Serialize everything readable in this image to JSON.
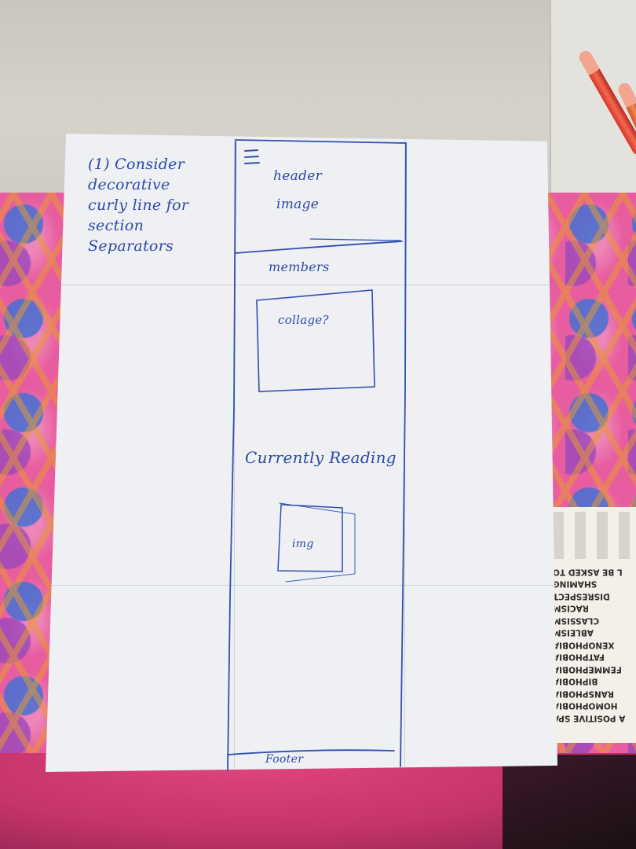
{
  "note": {
    "lines": [
      "(1) Consider",
      "decorative",
      "curly line for",
      "section",
      "Separators"
    ]
  },
  "wireframe": {
    "header_label": "header",
    "image_label": "image",
    "members_label": "members",
    "collage_label": "collage?",
    "currently_reading_label": "Currently Reading",
    "img_label": "img",
    "footer_label": "Footer",
    "menu_icon": "hamburger-menu-icon"
  },
  "poster": {
    "lines": [
      "L BE ASKED TO",
      "SHAMING",
      "DISRESPECT",
      "RACISM",
      "CLASSISM",
      "ABLEISM",
      "XENOPHOBIA",
      "FATPHOBIA",
      "FEMMEPHOBIA",
      "BIPHOBIA",
      "RANSPHOBIA",
      "HOMOPHOBIA",
      "A POSITIVE SPA"
    ]
  },
  "colors": {
    "ink": "#2b4aa3",
    "paper": "#eef0f4",
    "folder_pink": "#e85da0",
    "cloth": "#c6346a"
  }
}
